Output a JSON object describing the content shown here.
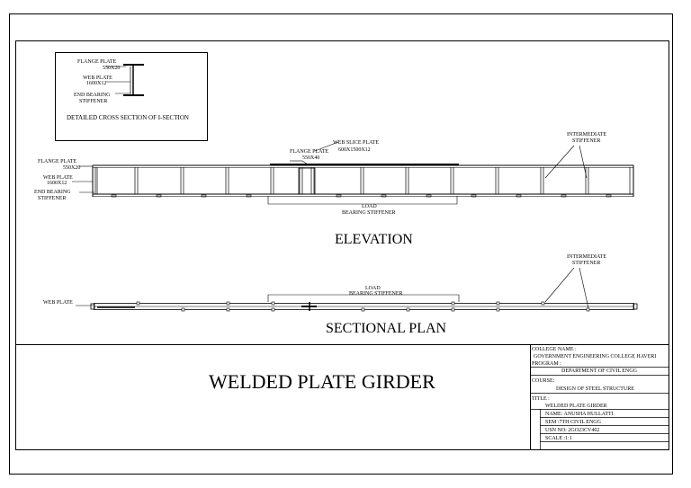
{
  "cross_section": {
    "flange_label": "FLANGE PLATE",
    "flange_size": "550X20",
    "web_label": "WEB PLATE",
    "web_size": "1600X12",
    "end_label_1": "END BEARING",
    "end_label_2": "STIFFENER",
    "caption": "DETAILED CROSS SECTION OF I-SECTION"
  },
  "elevation": {
    "flange_label": "FLANGE PLATE",
    "flange_size": "550X20",
    "web_label": "WEB PLATE",
    "web_size": "1600X12",
    "end_label_1": "END BEARING",
    "end_label_2": "STIFFENER",
    "cover_label": "FLANGE PLATE",
    "cover_size": "550X40",
    "splice_label": "WEB SLICE  PLATE",
    "splice_size": "600X1500X12",
    "load_label_1": "LOAD",
    "load_label_2": "BEARING STIFFENER",
    "inter_label_1": "INTERMEDIATE",
    "inter_label_2": "STIFFENER",
    "title": "ELEVATION"
  },
  "plan": {
    "web_label": "WEB PLATE",
    "load_label_1": "LOAD",
    "load_label_2": "BEARING STIFFENER",
    "inter_label_1": "INTERMEDIATE",
    "inter_label_2": "STIFFENER",
    "title": "SECTIONAL PLAN"
  },
  "title_block": {
    "main_title": "WELDED PLATE GIRDER",
    "college_label": "COLLEGE NAME :",
    "college_name": "GOVERNMENT ENGINEERING COLLEGE HAVERI",
    "program_label": "PROGRAM :",
    "program_name": "DEPARTMENT OF CIVIL ENGG",
    "course_label": "COURSE:",
    "course_name": "DESIGN OF STEEL STRUCTURE",
    "title_label": "TITLE :",
    "title_name": "WELDED PLATE GIRDER",
    "name": "NAME: ANUSHA HULLATTI",
    "sem": "SEM :7TH CIVIL ENGG",
    "usn": "USN NO: 2GO23CV402",
    "scale": "SCALE :1:1"
  }
}
